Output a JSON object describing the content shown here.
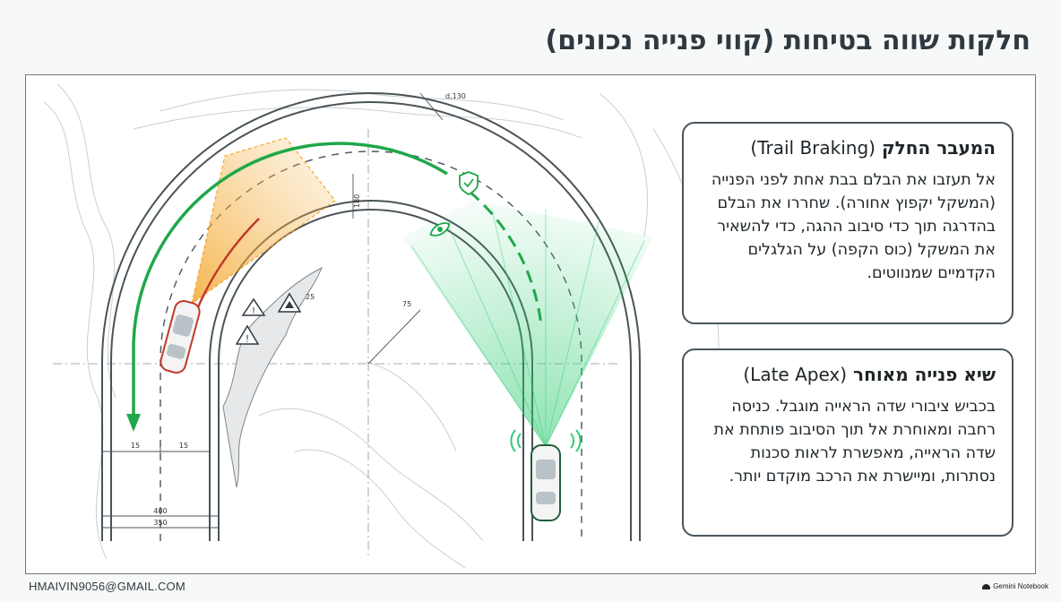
{
  "slide": {
    "title": "חלקות שווה בטיחות (קווי פנייה נכונים)"
  },
  "cards": [
    {
      "heading": "המעבר החלק",
      "heading_latin": "(Trail Braking)",
      "body": "אל תעזבו את הבלם בבת אחת לפני הפנייה (המשקל יקפוץ אחורה). שחררו את הבלם בהדרגה תוך כדי סיבוב ההגה, כדי להשאיר את המשקל (כוס הקפה) על הגלגלים הקדמיים שמנווטים."
    },
    {
      "heading": "שיא פנייה מאוחר",
      "heading_latin": "(Late Apex)",
      "body": "בכביש ציבורי שדה הראייה מוגבל. כניסה רחבה ומאוחרת אל תוך הסיבוב פותחת את שדה הראייה, מאפשרת לראות סכנות נסתרות, ומיישרת את הרכב מוקדם יותר."
    }
  ],
  "drawing": {
    "dim_label_top": "d,130",
    "dim_label_mid": "180",
    "dim_label_left_a": "15",
    "dim_label_left_b": "15",
    "dim_label_400": "400",
    "dim_label_350": "350",
    "dim_label_r1": "25",
    "dim_label_r2": "75",
    "colors": {
      "green_line": "#1fa84a",
      "orange_cone": "#f5a623",
      "red_line": "#c0392b",
      "road_line": "#4a5358"
    },
    "icons": [
      "warning-icon",
      "shield-check-icon",
      "eye-icon",
      "car-icon"
    ]
  },
  "footer": {
    "email": "HMAIVIN9056@GMAIL.COM",
    "brand": "Gemini Notebook"
  }
}
